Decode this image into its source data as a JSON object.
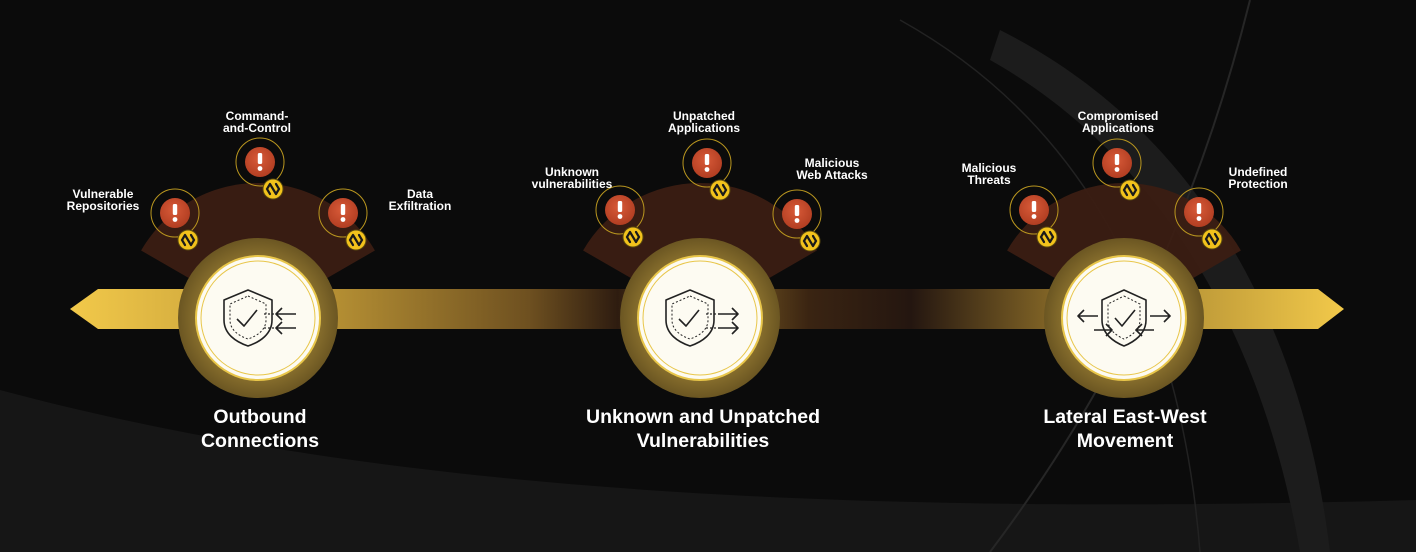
{
  "colors": {
    "background": "#0b0b0b",
    "gold": "#f0c53f",
    "gold_dark": "#7a6424",
    "alert_red": "#c64a2c",
    "badge_yellow": "#f2c21c",
    "arc_brown": "#3a1d12"
  },
  "stages": [
    {
      "title": "Outbound\nConnections",
      "icon": "shield-outbound-arrows-icon",
      "threats": [
        {
          "label": "Vulnerable\nRepositories"
        },
        {
          "label": "Command-\nand-Control"
        },
        {
          "label": "Data\nExfiltration"
        }
      ]
    },
    {
      "title": "Unknown and Unpatched\nVulnerabilities",
      "icon": "shield-right-arrows-icon",
      "threats": [
        {
          "label": "Unknown\nvulnerabilities"
        },
        {
          "label": "Unpatched\nApplications"
        },
        {
          "label": "Malicious\nWeb Attacks"
        }
      ]
    },
    {
      "title": "Lateral East-West\nMovement",
      "icon": "shield-lateral-arrows-icon",
      "threats": [
        {
          "label": "Malicious\nThreats"
        },
        {
          "label": "Compromised\nApplications"
        },
        {
          "label": "Undefined\nProtection"
        }
      ]
    }
  ]
}
